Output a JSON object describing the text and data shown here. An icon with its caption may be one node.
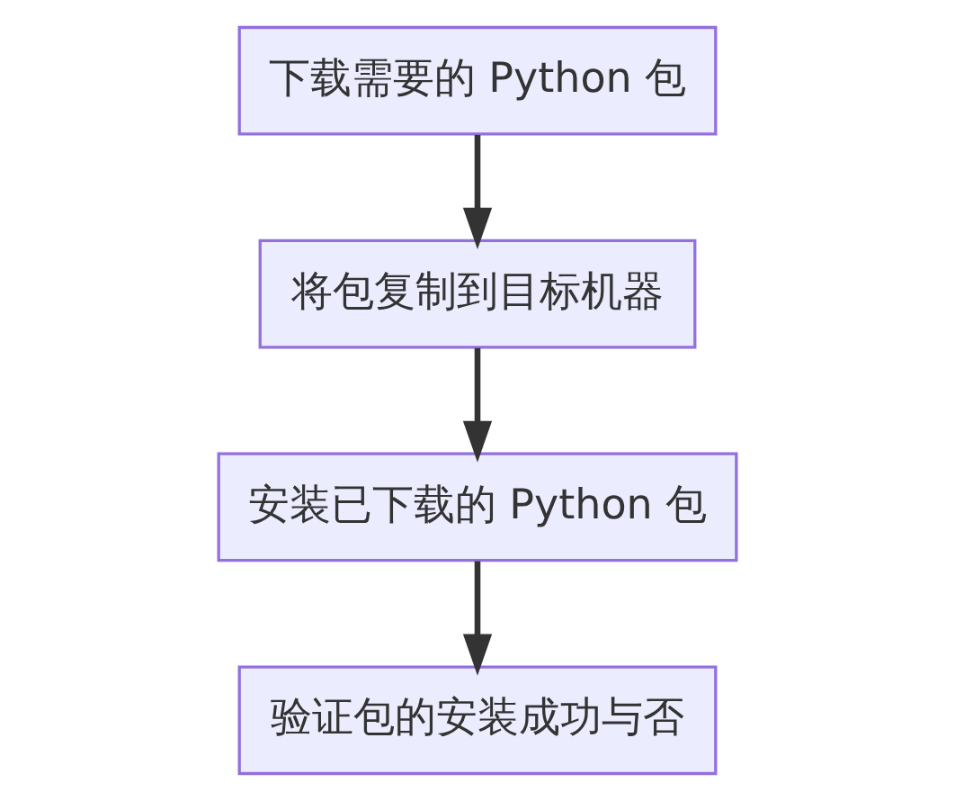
{
  "diagram": {
    "nodes": [
      {
        "text": [
          "下载需要的 Python 包"
        ]
      },
      {
        "text": [
          "将包复制到目标机器"
        ]
      },
      {
        "text": [
          "安装已下载的 Python 包"
        ]
      },
      {
        "text": [
          "验证包的安装成功与否"
        ]
      }
    ],
    "edges": [
      {
        "from": 0,
        "to": 1,
        "arrow": "to"
      },
      {
        "from": 1,
        "to": 2,
        "arrow": "to"
      },
      {
        "from": 2,
        "to": 3,
        "arrow": "to"
      }
    ]
  }
}
